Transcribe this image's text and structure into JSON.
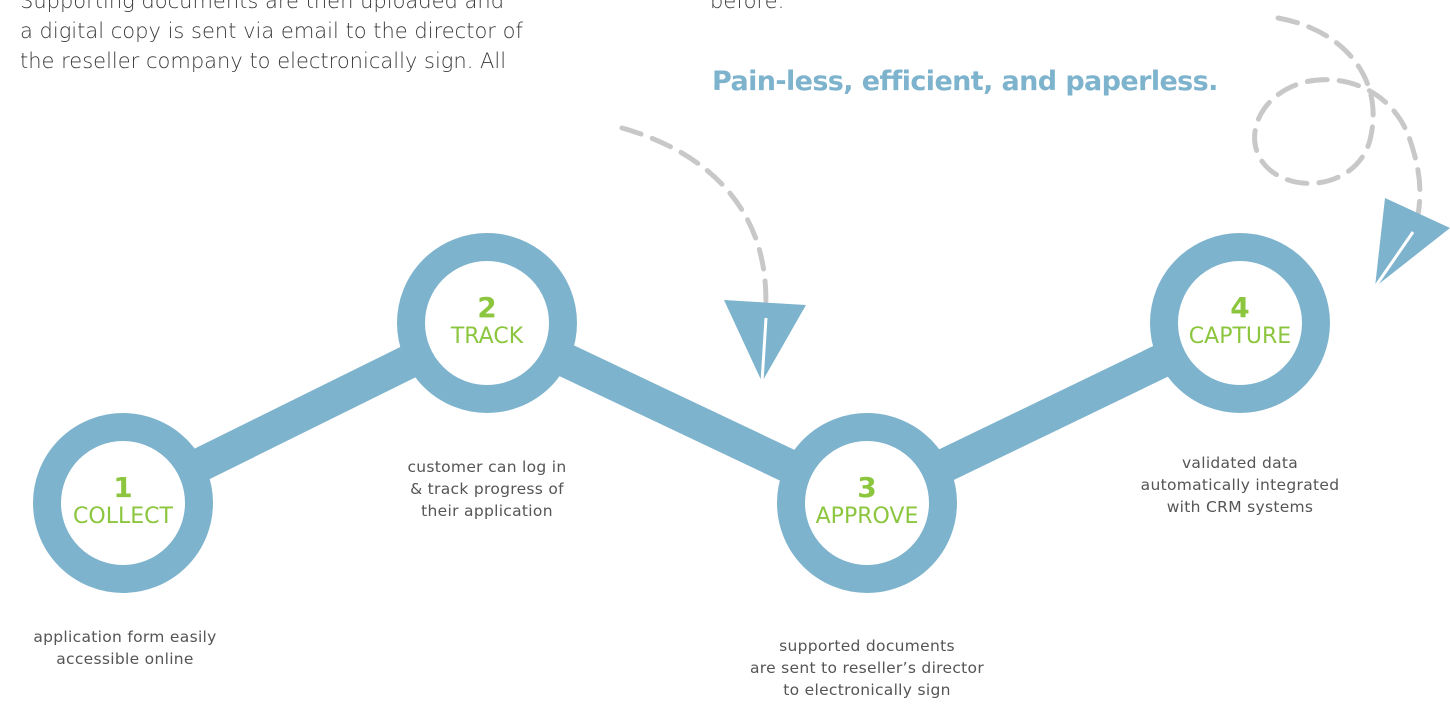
{
  "intro": {
    "left_lines": [
      "Supporting documents are then uploaded and",
      "a digital copy is sent via email to the director of",
      "the reseller company to electronically sign. All"
    ],
    "right_lines": [
      "before."
    ]
  },
  "tagline": "Pain-less, efficient, and paperless.",
  "colors": {
    "ring": "#7eb3cd",
    "step_text": "#8cc63f",
    "tagline": "#7eb3cd",
    "dashed": "#c8c8c8",
    "body_text": "#3a3a3a"
  },
  "steps": [
    {
      "number": "1",
      "name": "COLLECT",
      "description": [
        "application form easily",
        "accessible online"
      ]
    },
    {
      "number": "2",
      "name": "TRACK",
      "description": [
        "customer can log in",
        "& track progress of",
        "their application"
      ]
    },
    {
      "number": "3",
      "name": "APPROVE",
      "description": [
        "supported documents",
        "are sent to reseller’s director",
        "to electronically sign"
      ]
    },
    {
      "number": "4",
      "name": "CAPTURE",
      "description": [
        "validated data",
        "automatically integrated",
        "with CRM systems"
      ]
    }
  ],
  "icons": [
    "dashed-curved-arrow-icon",
    "dashed-loop-arrow-icon"
  ]
}
